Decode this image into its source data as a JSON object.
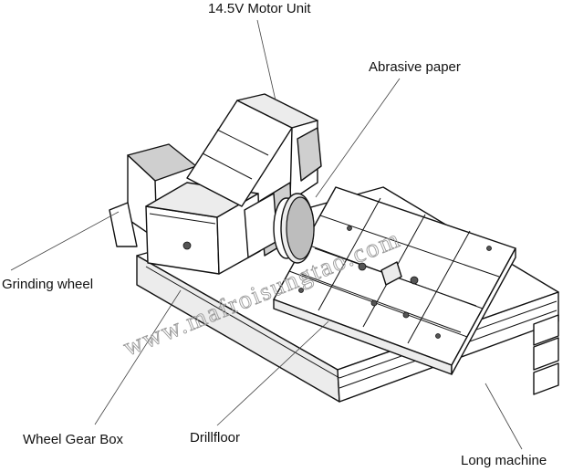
{
  "labels": {
    "motor_unit": "14.5V Motor Unit",
    "abrasive_paper": "Abrasive paper",
    "grinding_wheel": "Grinding wheel",
    "wheel_gear_box": "Wheel Gear Box",
    "drillfloor": "Drillfloor",
    "long_machine": "Long machine"
  },
  "watermark": "www.mafroisungtao.com"
}
